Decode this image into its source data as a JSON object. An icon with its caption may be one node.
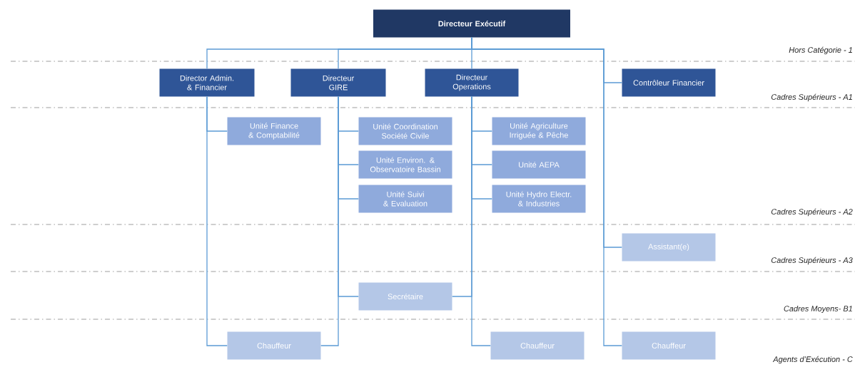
{
  "diagram": {
    "nodes": [
      {
        "text": [
          "Directeur Exécutif"
        ]
      },
      {
        "text": [
          "Director Admin. & Financier"
        ]
      },
      {
        "text": [
          "Directeur GIRE"
        ]
      },
      {
        "text": [
          "Directeur Operations"
        ]
      },
      {
        "text": [
          "Contrôleur Financier"
        ]
      },
      {
        "text": [
          "Unité Finance & Comptabilité"
        ]
      },
      {
        "text": [
          "Unité Coordination Société Civile"
        ]
      },
      {
        "text": [
          "Unité Environ. & Observatoire Bassin"
        ]
      },
      {
        "text": [
          "Unité Suivi & Evaluation"
        ]
      },
      {
        "text": [
          "Unité Agriculture Irriguée & Pêche"
        ]
      },
      {
        "text": [
          "Unité AEPA"
        ]
      },
      {
        "text": [
          "Unité Hydro Electr. & Industries"
        ]
      },
      {
        "text": [
          "Assistant(e)"
        ]
      },
      {
        "text": [
          "Secrétaire"
        ]
      },
      {
        "text": [
          "Chauffeur"
        ]
      },
      {
        "text": [
          "Chauffeur"
        ]
      },
      {
        "text": [
          "Chauffeur"
        ]
      }
    ],
    "edges": [
      {
        "from": 0,
        "to": 1,
        "arrow": "none"
      },
      {
        "from": 0,
        "to": 2,
        "arrow": "none"
      },
      {
        "from": 0,
        "to": 3,
        "arrow": "none"
      },
      {
        "from": 0,
        "to": 4,
        "arrow": "none"
      },
      {
        "from": 0,
        "to": 12,
        "arrow": "none"
      },
      {
        "from": 0,
        "to": 16,
        "arrow": "none"
      },
      {
        "from": 1,
        "to": 5,
        "arrow": "none"
      },
      {
        "from": 1,
        "to": 14,
        "arrow": "none"
      },
      {
        "from": 2,
        "to": 6,
        "arrow": "none"
      },
      {
        "from": 2,
        "to": 7,
        "arrow": "none"
      },
      {
        "from": 2,
        "to": 8,
        "arrow": "none"
      },
      {
        "from": 2,
        "to": 13,
        "arrow": "none"
      },
      {
        "from": 2,
        "to": 14,
        "arrow": "none"
      },
      {
        "from": 3,
        "to": 9,
        "arrow": "none"
      },
      {
        "from": 3,
        "to": 10,
        "arrow": "none"
      },
      {
        "from": 3,
        "to": 11,
        "arrow": "none"
      },
      {
        "from": 3,
        "to": 13,
        "arrow": "none"
      },
      {
        "from": 3,
        "to": 15,
        "arrow": "none"
      }
    ],
    "labels": [
      "Hors Catégorie - 1",
      "Cadres Supérieurs - A1",
      "Cadres Supérieurs - A2",
      "Cadres Supérieurs - A3",
      "Cadres Moyens- B1",
      "Agents d’Exécution - C"
    ]
  }
}
